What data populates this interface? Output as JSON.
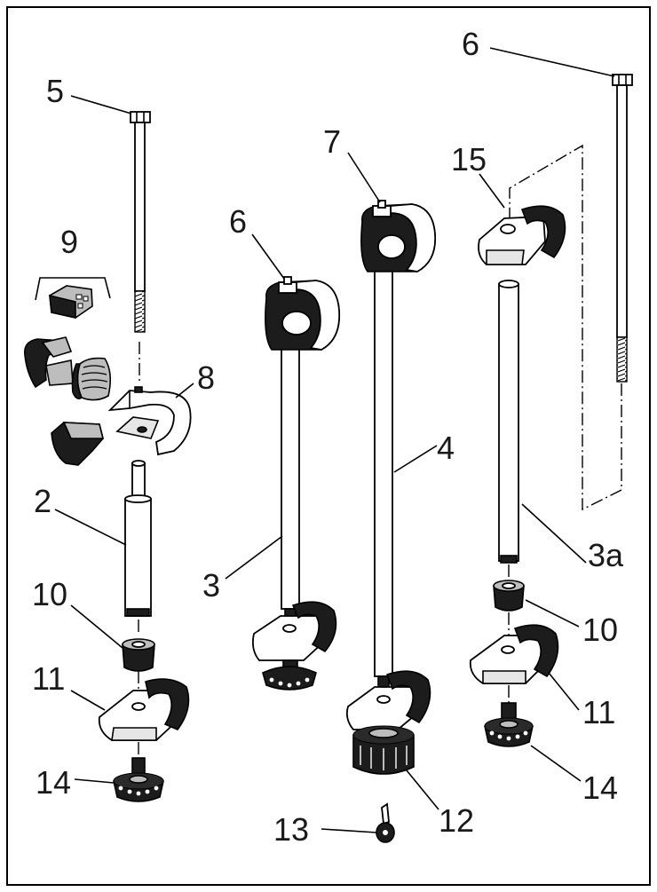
{
  "diagram": {
    "labels": {
      "l5": "5",
      "l6_top": "6",
      "l7": "7",
      "l15": "15",
      "l9": "9",
      "l6_mid": "6",
      "l8": "8",
      "l4": "4",
      "l2": "2",
      "l3": "3",
      "l3a": "3a",
      "l10_left": "10",
      "l10_right": "10",
      "l11_left": "11",
      "l11_right": "11",
      "l14_left": "14",
      "l14_right": "14",
      "l13": "13",
      "l12": "12"
    }
  },
  "colors": {
    "ink": "#000000",
    "dark_part": "#1c1c1c",
    "metal": "#bdbdbd",
    "background": "#ffffff"
  }
}
